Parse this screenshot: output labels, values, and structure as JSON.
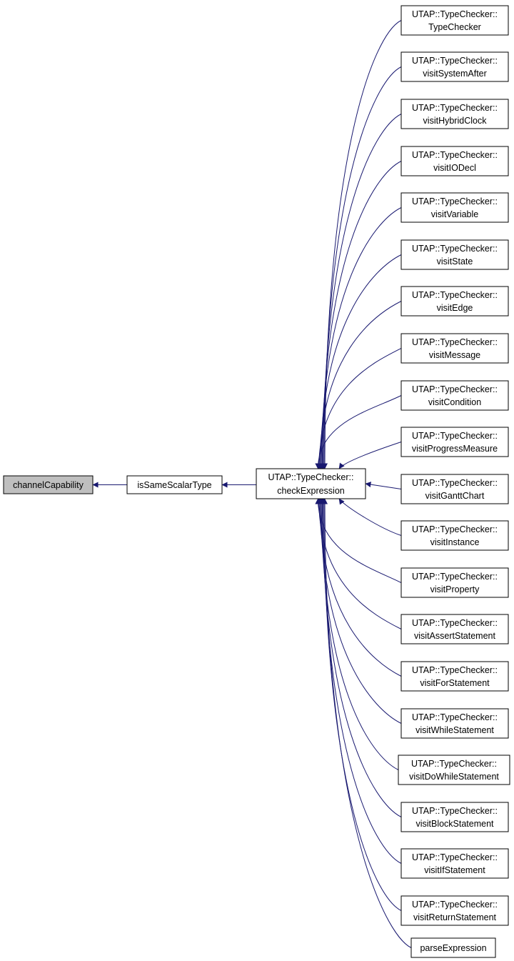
{
  "colors": {
    "edge": "#191970",
    "node_border": "#000000",
    "node_fill": "#ffffff",
    "root_fill": "#bfbfbf"
  },
  "nodes": {
    "channel_capability": {
      "label": "channelCapability"
    },
    "is_same_scalar_type": {
      "label": "isSameScalarType"
    },
    "check_expression": {
      "line1": "UTAP::TypeChecker::",
      "line2": "checkExpression"
    }
  },
  "callers": [
    {
      "line1": "UTAP::TypeChecker::",
      "line2": "TypeChecker"
    },
    {
      "line1": "UTAP::TypeChecker::",
      "line2": "visitSystemAfter"
    },
    {
      "line1": "UTAP::TypeChecker::",
      "line2": "visitHybridClock"
    },
    {
      "line1": "UTAP::TypeChecker::",
      "line2": "visitIODecl"
    },
    {
      "line1": "UTAP::TypeChecker::",
      "line2": "visitVariable"
    },
    {
      "line1": "UTAP::TypeChecker::",
      "line2": "visitState"
    },
    {
      "line1": "UTAP::TypeChecker::",
      "line2": "visitEdge"
    },
    {
      "line1": "UTAP::TypeChecker::",
      "line2": "visitMessage"
    },
    {
      "line1": "UTAP::TypeChecker::",
      "line2": "visitCondition"
    },
    {
      "line1": "UTAP::TypeChecker::",
      "line2": "visitProgressMeasure"
    },
    {
      "line1": "UTAP::TypeChecker::",
      "line2": "visitGanttChart"
    },
    {
      "line1": "UTAP::TypeChecker::",
      "line2": "visitInstance"
    },
    {
      "line1": "UTAP::TypeChecker::",
      "line2": "visitProperty"
    },
    {
      "line1": "UTAP::TypeChecker::",
      "line2": "visitAssertStatement"
    },
    {
      "line1": "UTAP::TypeChecker::",
      "line2": "visitForStatement"
    },
    {
      "line1": "UTAP::TypeChecker::",
      "line2": "visitWhileStatement"
    },
    {
      "line1": "UTAP::TypeChecker::",
      "line2": "visitDoWhileStatement"
    },
    {
      "line1": "UTAP::TypeChecker::",
      "line2": "visitBlockStatement"
    },
    {
      "line1": "UTAP::TypeChecker::",
      "line2": "visitIfStatement"
    },
    {
      "line1": "UTAP::TypeChecker::",
      "line2": "visitReturnStatement"
    },
    {
      "line1": "parseExpression",
      "line2": ""
    }
  ]
}
